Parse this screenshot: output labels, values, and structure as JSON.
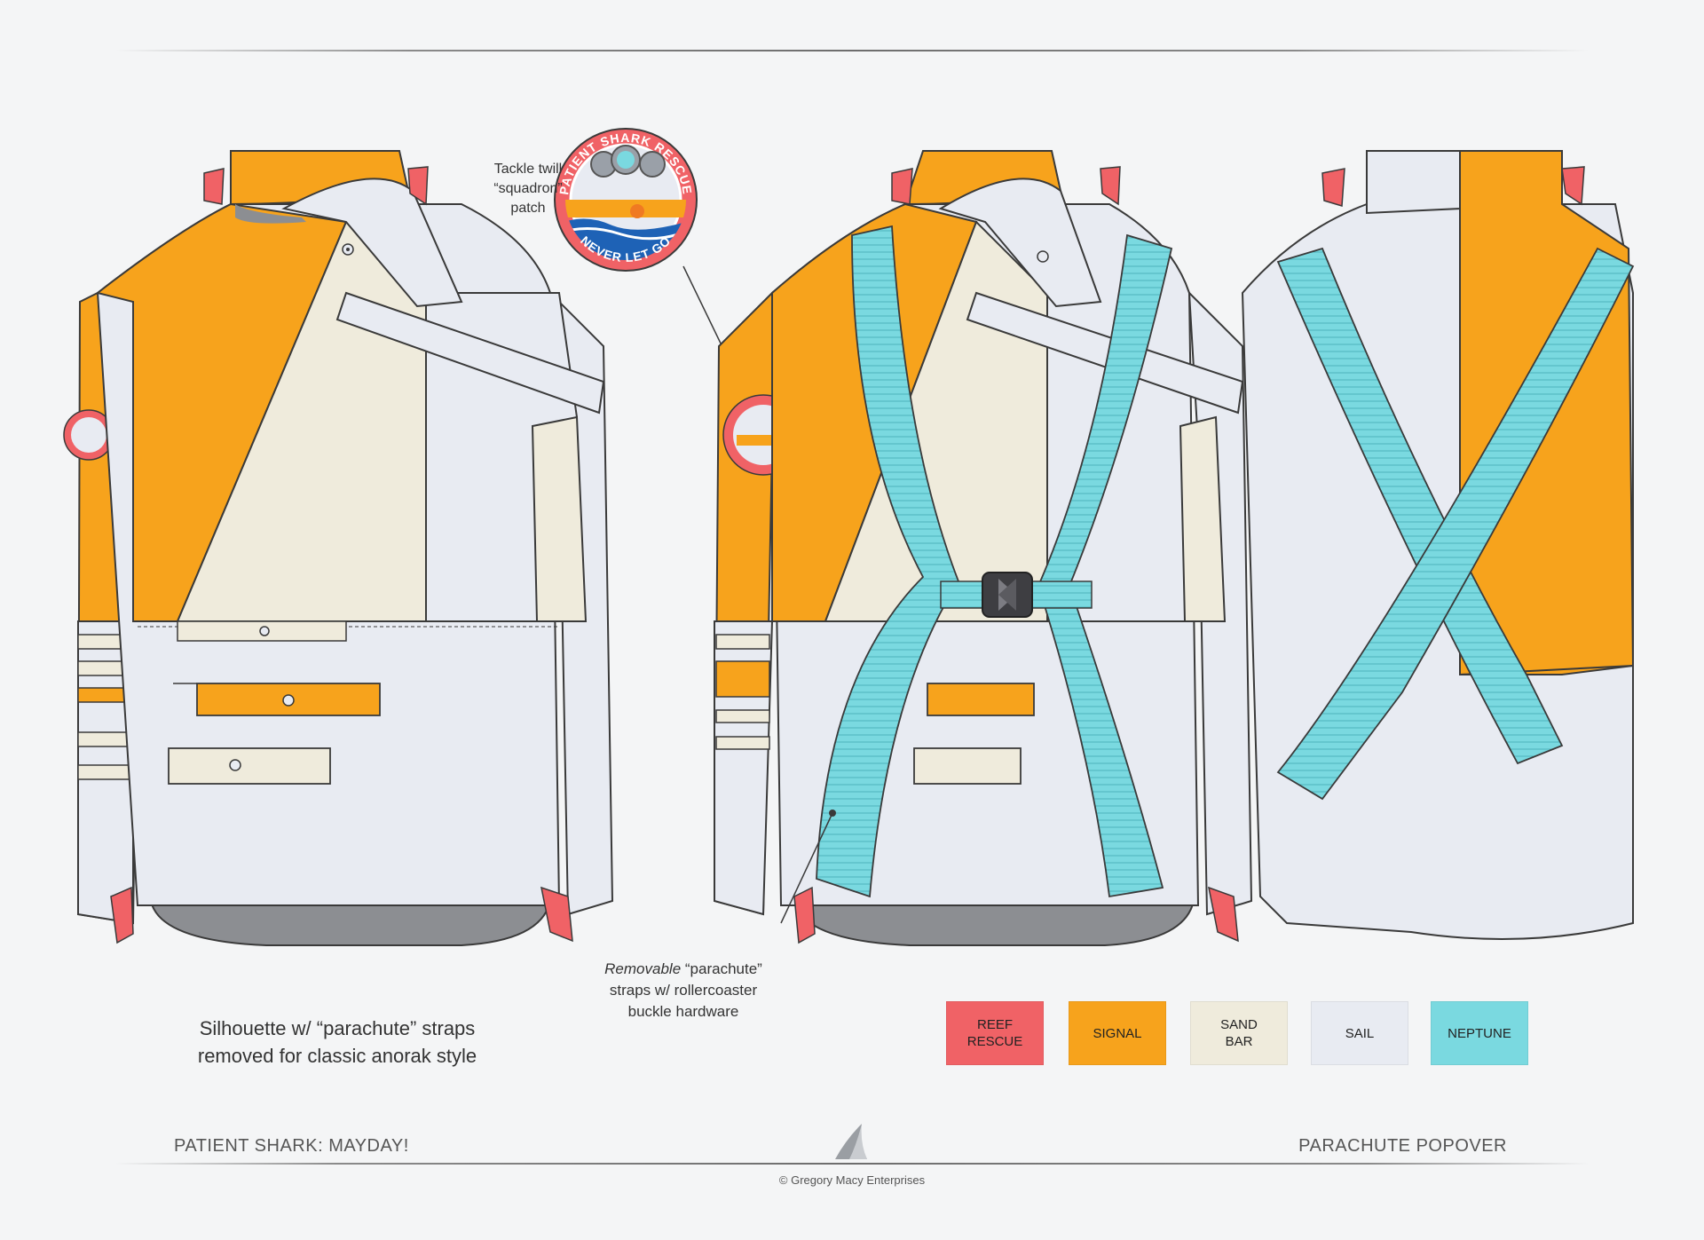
{
  "callouts": {
    "patch_line1": "Tackle twill",
    "patch_line2": "“squadron”",
    "patch_line3": "patch",
    "straps_italic": "Removable",
    "straps_rest": " “parachute”",
    "straps_line2": "straps w/ rollercoaster",
    "straps_line3": "buckle hardware"
  },
  "patch": {
    "top_text": "PATIENT SHARK RESCUE",
    "bottom_text": "NEVER LET GO"
  },
  "silhouette_caption": {
    "line1": "Silhouette w/ “parachute” straps",
    "line2": "removed for classic anorak style"
  },
  "palette": [
    {
      "label": "REEF\nRESCUE",
      "color": "#f06266"
    },
    {
      "label": "SIGNAL",
      "color": "#f7a31c"
    },
    {
      "label": "SAND\nBAR",
      "color": "#efebdc"
    },
    {
      "label": "SAIL",
      "color": "#e8ebf2"
    },
    {
      "label": "NEPTUNE",
      "color": "#7ad9e0"
    }
  ],
  "footer": {
    "collection": "PATIENT SHARK:  MAYDAY!",
    "style_name": "PARACHUTE POPOVER",
    "copyright": "© Gregory Macy Enterprises"
  },
  "colors": {
    "signal": "#f7a31c",
    "reef_rescue": "#f06266",
    "sand_bar": "#efebdc",
    "sail": "#e8ebf2",
    "neptune": "#7ad9e0",
    "outline": "#3a3a3a",
    "lining": "#8c8e92"
  },
  "icons": {
    "logo": "shark-fin-icon",
    "buckle": "rollercoaster-buckle-icon",
    "snap": "snap-button-icon"
  }
}
